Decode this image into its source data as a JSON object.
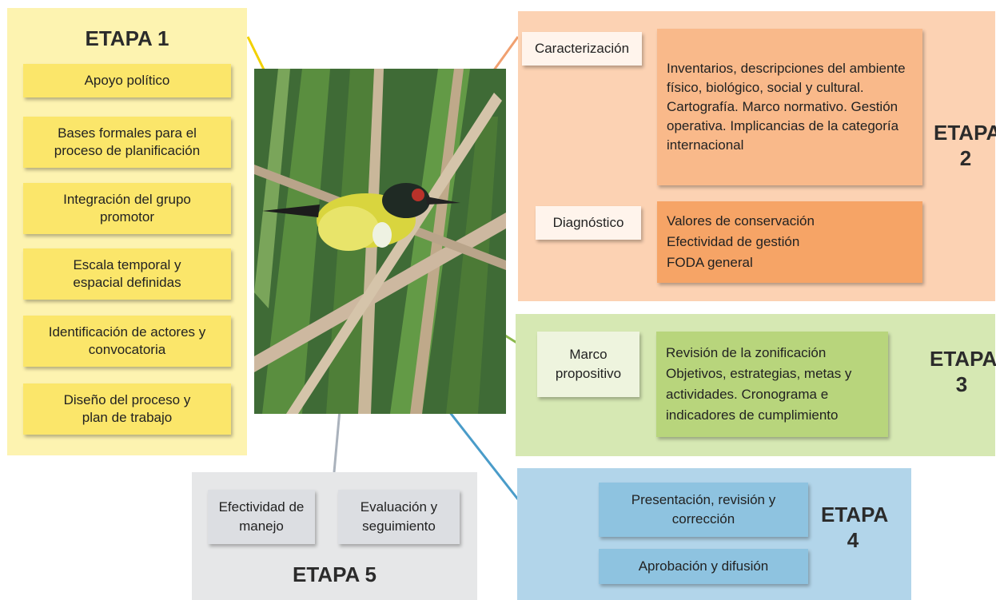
{
  "stage1": {
    "title": "ETAPA 1",
    "items": [
      "Apoyo político",
      "Bases formales para el proceso de planificación",
      "Integración del grupo promotor",
      "Escala temporal y espacial definidas",
      "Identificación de actores y convocatoria",
      "Diseño del proceso y plan de trabajo"
    ]
  },
  "stage2": {
    "title_line1": "ETAPA",
    "title_line2": "2",
    "caracterizacion_label": "Caracterización",
    "caracterizacion_text": "Inventarios, descripciones del ambiente físico, biológico, social y cultural. Cartografía. Marco normativo. Gestión operativa. Implicancias de la categoría internacional",
    "diagnostico_label": "Diagnóstico",
    "diagnostico_text": "Valores de conservación Efectividad de gestión FODA general"
  },
  "stage3": {
    "title_line1": "ETAPA",
    "title_line2": "3",
    "label": "Marco propositivo",
    "text": "Revisión de la zonificación Objetivos, estrategias, metas y actividades. Cronograma e indicadores de cumplimiento"
  },
  "stage4": {
    "title_line1": "ETAPA",
    "title_line2": "4",
    "item1": "Presentación, revisión y corrección",
    "item2": "Aprobación y difusión"
  },
  "stage5": {
    "title": "ETAPA 5",
    "item1": "Efectividad de manejo",
    "item2": "Evaluación y seguimiento"
  },
  "photo": {
    "subject": "bird-on-reeds"
  }
}
